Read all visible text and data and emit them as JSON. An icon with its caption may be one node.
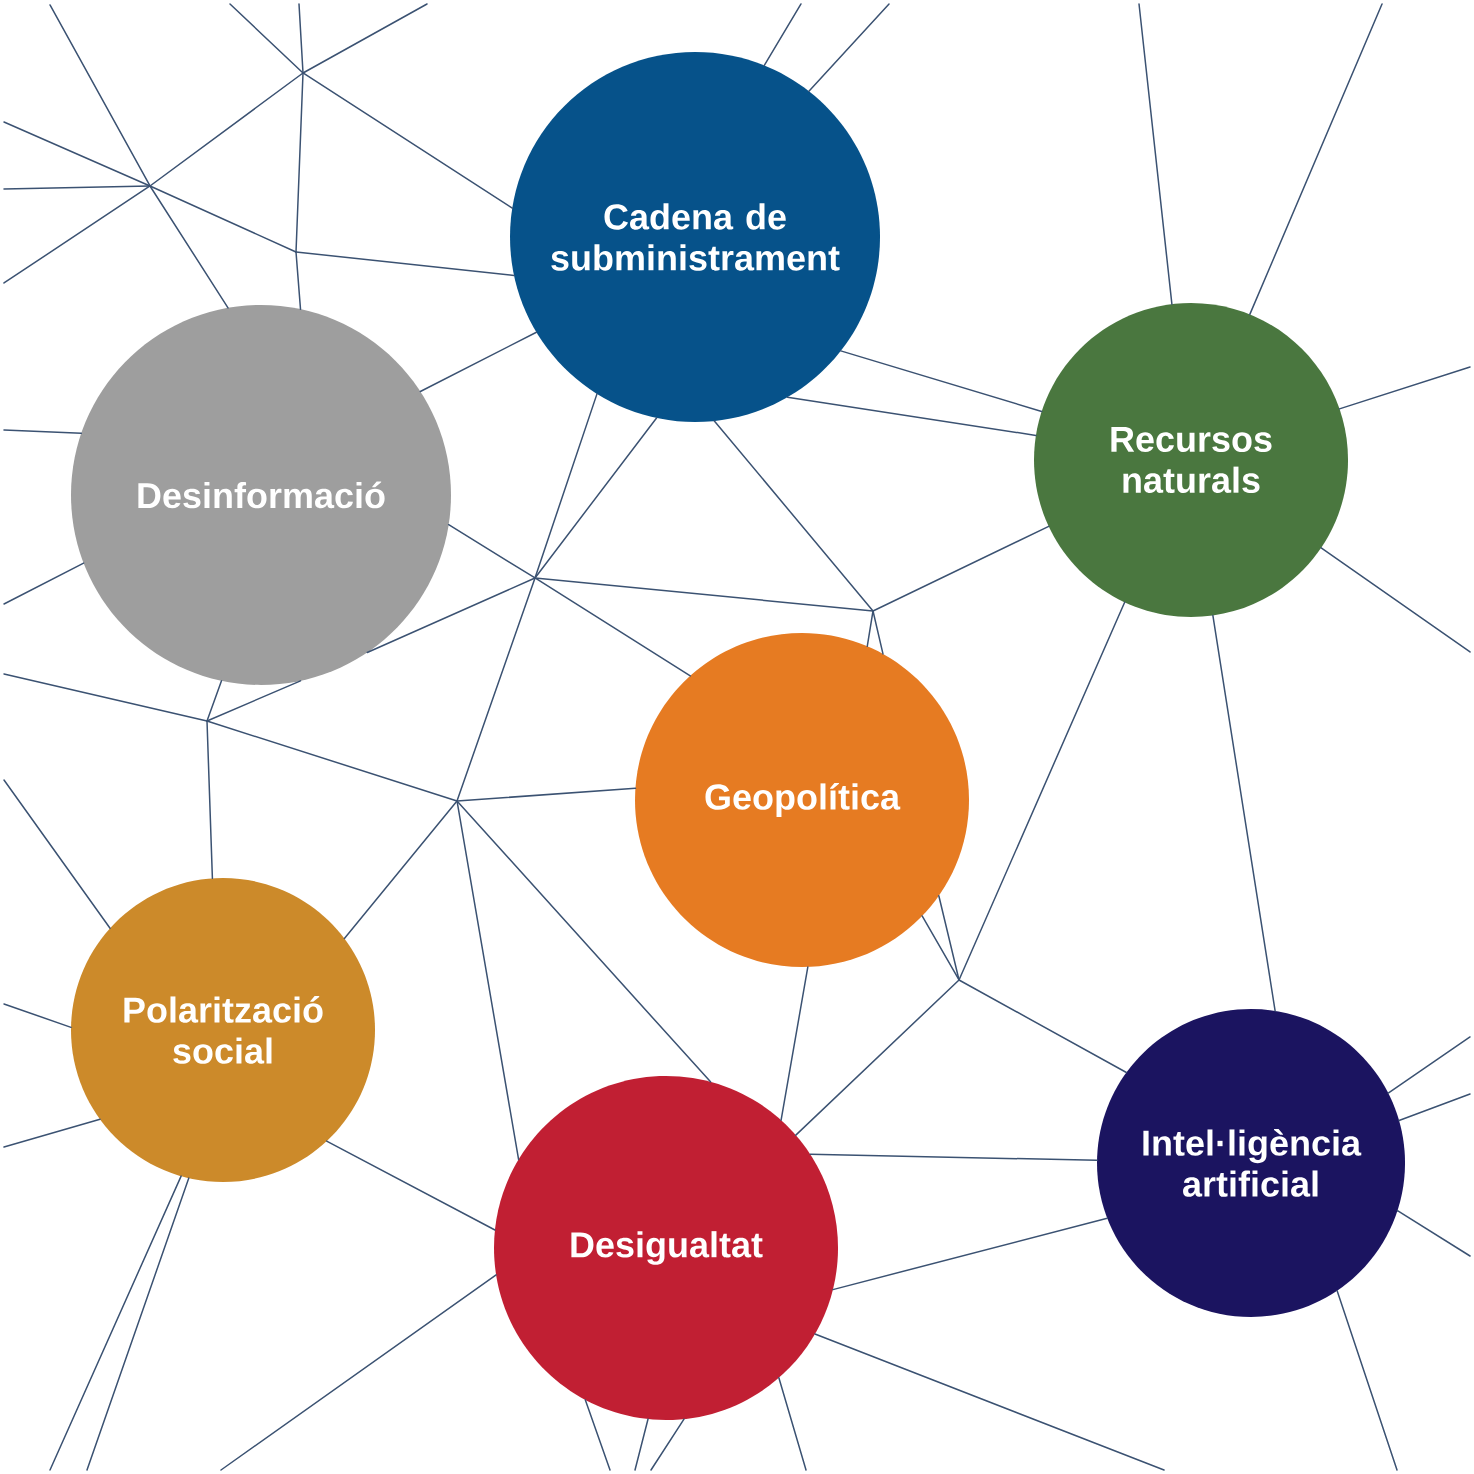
{
  "diagram": {
    "nodes": [
      {
        "text": [
          "Cadena de subministrament"
        ]
      },
      {
        "text": [
          "Desinformació"
        ]
      },
      {
        "text": [
          "Recursos naturals"
        ]
      },
      {
        "text": [
          "Geopolítica"
        ]
      },
      {
        "text": [
          "Polarització social"
        ]
      },
      {
        "text": [
          "Desigualtat"
        ]
      },
      {
        "text": [
          "Intel·ligència artificial"
        ]
      }
    ],
    "edges": [
      {
        "from": 0,
        "to": 1,
        "arrow": "none"
      },
      {
        "from": 0,
        "to": 2,
        "arrow": "none"
      },
      {
        "from": 0,
        "to": 2,
        "arrow": "none"
      },
      {
        "from": 2,
        "to": 6,
        "arrow": "none"
      },
      {
        "from": 3,
        "to": 5,
        "arrow": "none"
      },
      {
        "from": 4,
        "to": 5,
        "arrow": "none"
      },
      {
        "from": 5,
        "to": 6,
        "arrow": "none"
      },
      {
        "from": 5,
        "to": 6,
        "arrow": "none"
      },
      {
        "from": 0,
        "to": null,
        "arrow": "none"
      },
      {
        "from": 0,
        "to": null,
        "arrow": "none"
      },
      {
        "from": 0,
        "to": null,
        "arrow": "none"
      },
      {
        "from": 0,
        "to": null,
        "arrow": "none"
      },
      {
        "from": 0,
        "to": null,
        "arrow": "none"
      },
      {
        "from": 0,
        "to": null,
        "arrow": "none"
      },
      {
        "from": 0,
        "to": null,
        "arrow": "none"
      },
      {
        "from": 1,
        "to": null,
        "arrow": "none"
      },
      {
        "from": 1,
        "to": null,
        "arrow": "none"
      },
      {
        "from": 1,
        "to": null,
        "arrow": "none"
      },
      {
        "from": 1,
        "to": null,
        "arrow": "none"
      },
      {
        "from": 1,
        "to": null,
        "arrow": "none"
      },
      {
        "from": 1,
        "to": null,
        "arrow": "none"
      },
      {
        "from": 1,
        "to": null,
        "arrow": "none"
      },
      {
        "from": 1,
        "to": null,
        "arrow": "none"
      },
      {
        "from": 2,
        "to": null,
        "arrow": "none"
      },
      {
        "from": 2,
        "to": null,
        "arrow": "none"
      },
      {
        "from": 2,
        "to": null,
        "arrow": "none"
      },
      {
        "from": 2,
        "to": null,
        "arrow": "none"
      },
      {
        "from": 2,
        "to": null,
        "arrow": "none"
      },
      {
        "from": 2,
        "to": null,
        "arrow": "none"
      },
      {
        "from": 3,
        "to": null,
        "arrow": "none"
      },
      {
        "from": 3,
        "to": null,
        "arrow": "none"
      },
      {
        "from": 3,
        "to": null,
        "arrow": "none"
      },
      {
        "from": 3,
        "to": null,
        "arrow": "none"
      },
      {
        "from": 3,
        "to": null,
        "arrow": "none"
      },
      {
        "from": 3,
        "to": null,
        "arrow": "none"
      },
      {
        "from": 4,
        "to": null,
        "arrow": "none"
      },
      {
        "from": 4,
        "to": null,
        "arrow": "none"
      },
      {
        "from": 4,
        "to": null,
        "arrow": "none"
      },
      {
        "from": 4,
        "to": null,
        "arrow": "none"
      },
      {
        "from": 4,
        "to": null,
        "arrow": "none"
      },
      {
        "from": 4,
        "to": null,
        "arrow": "none"
      },
      {
        "from": 4,
        "to": null,
        "arrow": "none"
      },
      {
        "from": 5,
        "to": null,
        "arrow": "none"
      },
      {
        "from": 5,
        "to": null,
        "arrow": "none"
      },
      {
        "from": 5,
        "to": null,
        "arrow": "none"
      },
      {
        "from": 5,
        "to": null,
        "arrow": "none"
      },
      {
        "from": 5,
        "to": null,
        "arrow": "none"
      },
      {
        "from": 5,
        "to": null,
        "arrow": "none"
      },
      {
        "from": 5,
        "to": null,
        "arrow": "none"
      },
      {
        "from": 5,
        "to": null,
        "arrow": "none"
      },
      {
        "from": 5,
        "to": null,
        "arrow": "none"
      },
      {
        "from": 6,
        "to": null,
        "arrow": "none"
      },
      {
        "from": 6,
        "to": null,
        "arrow": "none"
      },
      {
        "from": 6,
        "to": null,
        "arrow": "none"
      },
      {
        "from": 6,
        "to": null,
        "arrow": "none"
      },
      {
        "from": 6,
        "to": null,
        "arrow": "none"
      }
    ]
  }
}
